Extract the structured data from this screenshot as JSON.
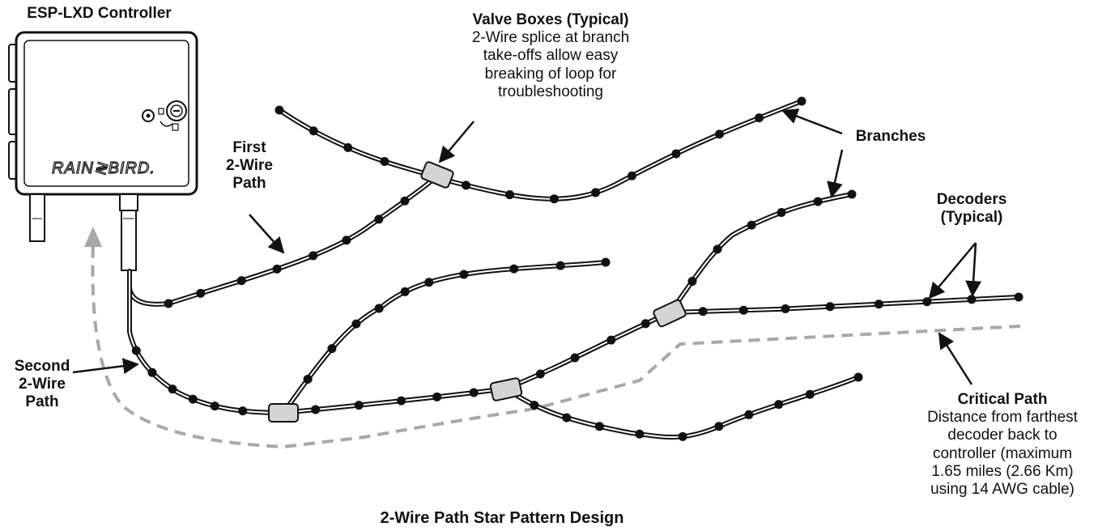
{
  "controller": {
    "title": "ESP-LXD Controller",
    "brand": "RAIN BIRD"
  },
  "labels": {
    "valve_boxes": {
      "title": "Valve Boxes (Typical)",
      "desc": [
        "2-Wire splice at branch",
        "take-offs allow easy",
        "breaking of loop for",
        "troubleshooting"
      ]
    },
    "first_path": [
      "First",
      "2-Wire",
      "Path"
    ],
    "second_path": [
      "Second",
      "2-Wire",
      "Path"
    ],
    "branches": "Branches",
    "decoders": [
      "Decoders",
      "(Typical)"
    ],
    "critical_path": {
      "title": "Critical Path",
      "desc": [
        "Distance from farthest",
        "decoder back to",
        "controller (maximum",
        "1.65 miles (2.66 Km)",
        "using 14 AWG cable)"
      ]
    },
    "caption": "2-Wire Path Star Pattern Design"
  },
  "colors": {
    "wire": "#111111",
    "valve_box": "#d4d4d4",
    "critical_path": "#a8a8a8",
    "arrow": "#111111"
  }
}
